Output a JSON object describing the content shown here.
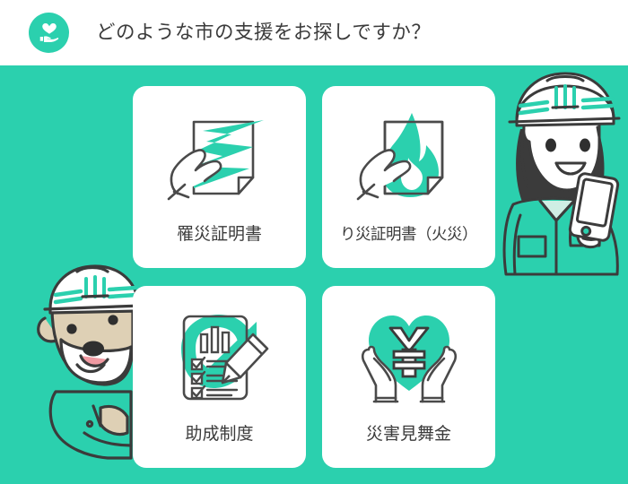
{
  "header": {
    "icon_name": "heart-in-hand-icon",
    "title": "どのような市の支援をお探しですか？"
  },
  "theme": {
    "accent": "#2bd0ae",
    "ink": "#3b3b3b",
    "card_bg": "#ffffff",
    "page_bg": "#ffffff",
    "dog_fur": "#ded0b5",
    "tongue": "#f09aa2"
  },
  "stage": {
    "background": "#2bd0ae"
  },
  "cards": [
    {
      "id": "risai-shomeisho",
      "label": "罹災証明書",
      "icon_name": "hand-document-earthquake-icon",
      "label_size": "normal"
    },
    {
      "id": "risai-shomeisho-kasai",
      "label": "り災証明書（火災）",
      "icon_name": "hand-document-fire-icon",
      "label_size": "small"
    },
    {
      "id": "josei-seido",
      "label": "助成制度",
      "icon_name": "checklist-pencil-check-icon",
      "label_size": "normal"
    },
    {
      "id": "saigai-mimaikin",
      "label": "災害見舞金",
      "icon_name": "hands-heart-yen-icon",
      "label_size": "normal"
    }
  ],
  "characters": [
    {
      "id": "worker-woman",
      "icon_name": "hardhat-woman-with-smartphone-illustration",
      "position": "right"
    },
    {
      "id": "mascot-dog",
      "icon_name": "hardhat-dog-mascot-illustration",
      "position": "left"
    }
  ]
}
